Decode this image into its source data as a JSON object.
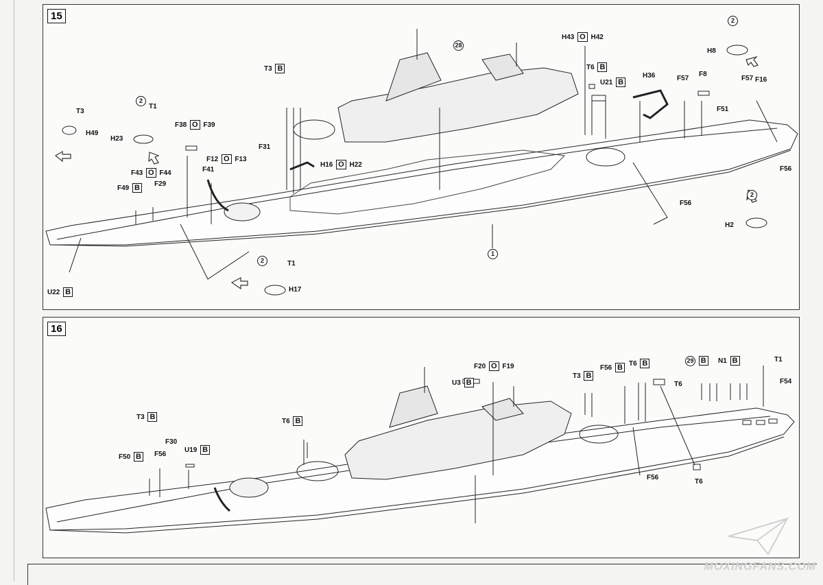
{
  "panel15": {
    "step": "15",
    "labels": {
      "t3_top": "T3",
      "h49": "H49",
      "c2_a": "2",
      "t1_a": "T1",
      "h23": "H23",
      "f38": "F38",
      "o_a": "O",
      "f39": "F39",
      "f43": "F43",
      "o_b": "O",
      "f44": "F44",
      "f49": "F49",
      "b_f49": "B",
      "f29": "F29",
      "f41": "F41",
      "f12": "F12",
      "o_c": "O",
      "f13": "F13",
      "f31": "F31",
      "t3_b": "T3",
      "b_t3": "B",
      "h16": "H16",
      "o_d": "O",
      "h22": "H22",
      "c28": "28",
      "h43": "H43",
      "o_e": "O",
      "h42": "H42",
      "t6": "T6",
      "b_t6": "B",
      "u21": "U21",
      "b_u21": "B",
      "h36": "H36",
      "f57_a": "F57",
      "f8": "F8",
      "f51": "F51",
      "f57_b": "F57",
      "f16": "F16",
      "c2_b": "2",
      "h8": "H8",
      "f56_a": "F56",
      "f56_b": "F56",
      "c2_c": "2",
      "h2": "H2",
      "c1": "1",
      "c2_d": "2",
      "t1_b": "T1",
      "h17": "H17",
      "u22": "U22",
      "b_u22": "B"
    }
  },
  "panel16": {
    "step": "16",
    "labels": {
      "t3_a": "T3",
      "b_t3a": "B",
      "f50": "F50",
      "b_f50": "B",
      "f30": "F30",
      "f56_a": "F56",
      "u19": "U19",
      "b_u19": "B",
      "t6_a": "T6",
      "b_t6a": "B",
      "f20": "F20",
      "o_a": "O",
      "f19": "F19",
      "u3": "U3",
      "b_u3": "B",
      "t3_b": "T3",
      "b_t3b": "B",
      "f56_b": "F56",
      "b_f56b": "B",
      "t6_b": "T6",
      "b_t6b": "B",
      "t6_c": "T6",
      "c29": "29",
      "b_29": "B",
      "n1": "N1",
      "b_n1": "B",
      "t1": "T1",
      "f54": "F54",
      "f56_c": "F56",
      "t6_d": "T6"
    }
  },
  "watermark": "MOXINGFANS.COM"
}
